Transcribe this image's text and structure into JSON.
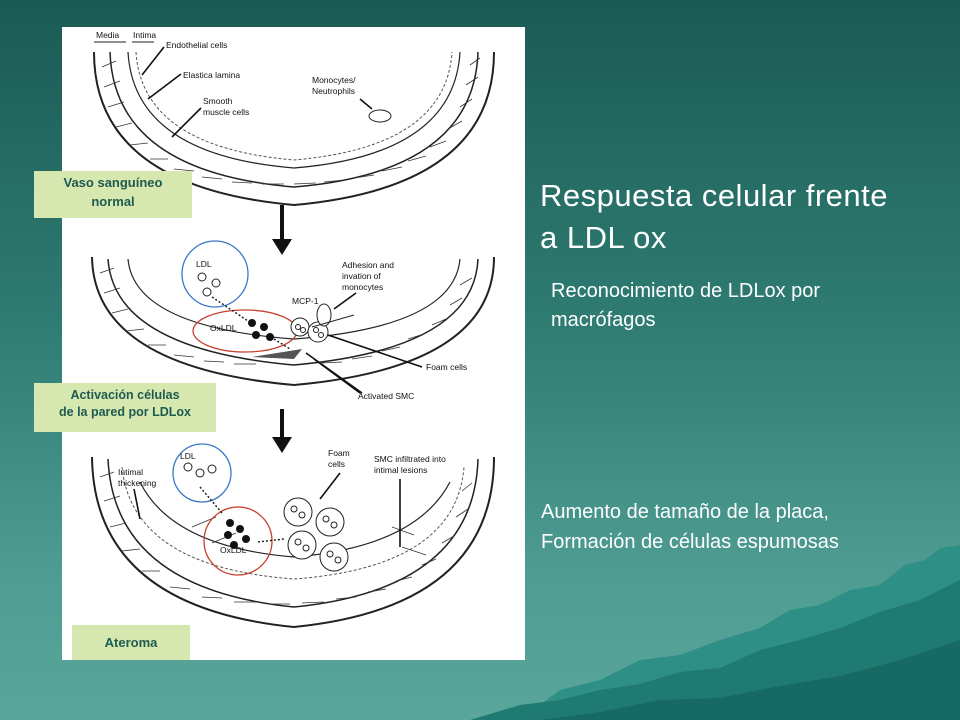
{
  "slide": {
    "title_lines": [
      "Respuesta celular frente",
      "a LDL ox"
    ],
    "subtitle_lines": [
      "Reconocimiento de LDLox por",
      "macrófagos"
    ],
    "note_lines": [
      "Aumento de tamaño de la placa,",
      "Formación de células espumosas"
    ]
  },
  "callouts": {
    "normal": [
      "Vaso sanguíneo",
      "normal"
    ],
    "activation": [
      "Activación células",
      "de la pared por LDLox"
    ],
    "atheroma": "Ateroma"
  },
  "figure": {
    "panel1": {
      "media": "Media",
      "intima": "Intima",
      "endothelial": "Endothelial cells",
      "elastica": "Elastica lamina",
      "smooth_1": "Smooth",
      "smooth_2": "muscle cells",
      "monocytes_1": "Monocytes/",
      "monocytes_2": "Neutrophils"
    },
    "panel2": {
      "ldl": "LDL",
      "oxldl": "OxLDL",
      "adhesion_1": "Adhesion and",
      "adhesion_2": "invation of",
      "adhesion_3": "monocytes",
      "mcp1": "MCP-1",
      "foam": "Foam cells",
      "smc": "Activated SMC"
    },
    "panel3": {
      "intimal_1": "Intimal",
      "intimal_2": "thickening",
      "ldl": "LDL",
      "oxldl": "OxLDL",
      "foam_1": "Foam",
      "foam_2": "cells",
      "smc_1": "SMC infiltrated into",
      "smc_2": "intimal lesions"
    }
  },
  "colors": {
    "background_top": "#1b5a54",
    "background_bottom": "#5aa69b",
    "callout_bg": "#d6e8b0",
    "callout_text": "#1f5a50",
    "ldl_circle": "#3a78c8",
    "oxldl_circle": "#c8402e"
  }
}
